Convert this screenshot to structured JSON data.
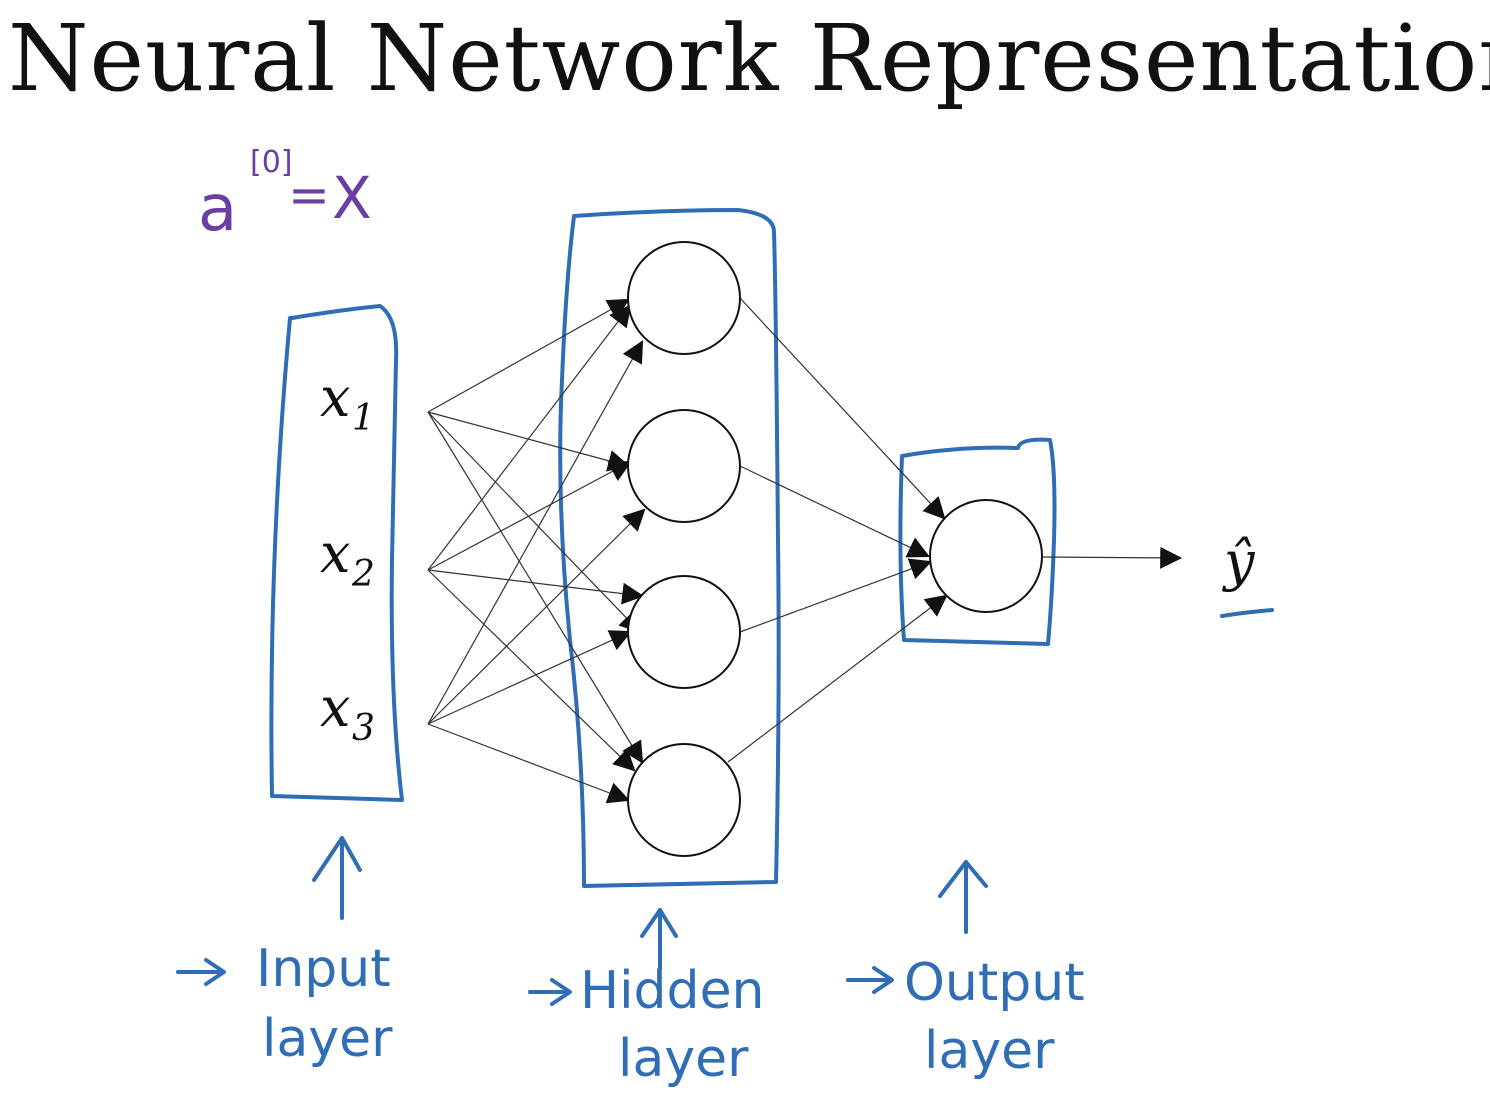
{
  "title": "Neural Network Representation",
  "annotation": {
    "a": "a",
    "superscript": "[0]",
    "equals": "=",
    "rhs": "X"
  },
  "inputs": {
    "x1": {
      "base": "x",
      "sub": "1"
    },
    "x2": {
      "base": "x",
      "sub": "2"
    },
    "x3": {
      "base": "x",
      "sub": "3"
    }
  },
  "output_symbol": "ŷ",
  "labels": {
    "input": {
      "line1": "Input",
      "line2": "layer"
    },
    "hidden": {
      "line1": "Hidden",
      "line2": "layer"
    },
    "output": {
      "line1": "Output",
      "line2": "layer"
    }
  },
  "colors": {
    "ink": "#111111",
    "marker_blue": "#2f6db5",
    "marker_purple": "#6a3fa0"
  }
}
